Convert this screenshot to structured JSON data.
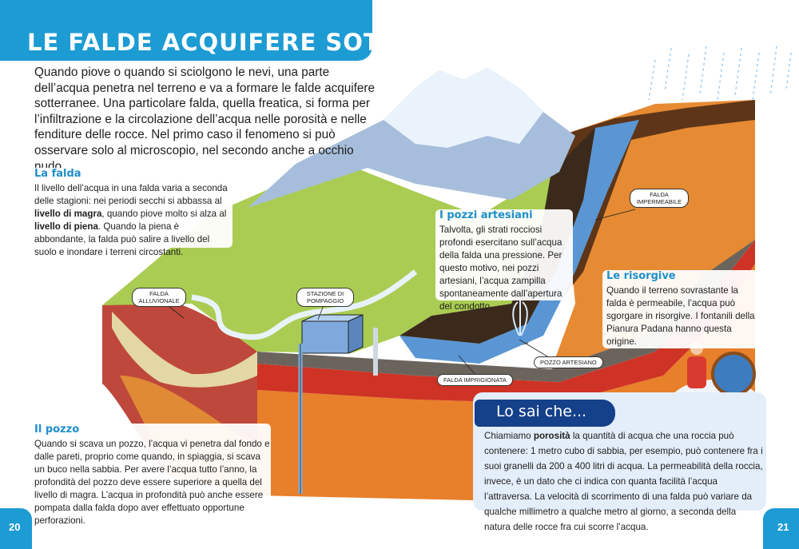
{
  "title": "LE FALDE ACQUIFERE SOTTERRANEE",
  "intro": "Quando piove o quando si sciolgono le nevi, una parte dell’acqua penetra nel terreno e va a formare le falde acquifere sotterranee. Una particolare falda, quella freatica, si forma per l’infiltrazione e la circolazione dell’acqua nelle porosità e nelle fenditure delle rocce. Nel primo caso il fenomeno si può osservare solo al microscopio, nel secondo anche a occhio nudo.",
  "falda": {
    "heading": "La falda",
    "text_1": "Il livello dell’acqua in una falda varia a seconda delle stagioni: nei periodi secchi si abbassa al ",
    "bold_1": "livello di magra",
    "text_2": ", quando piove molto si alza al ",
    "bold_2": "livello di piena",
    "text_3": ". Quando la piena è abbondante, la falda può salire a livello del suolo e inondare i terreni circostanti."
  },
  "pozzo": {
    "heading": "Il pozzo",
    "text": "Quando si scava un pozzo, l’acqua vi penetra dal fondo e dalle pareti, proprio come quando, in spiaggia, si scava un buco nella sabbia. Per avere l’acqua tutto l’anno, la profondità del pozzo deve essere superiore a quella del livello di magra. L’acqua in profondità può anche essere pompata dalla falda dopo aver effettuato opportune perforazioni."
  },
  "artesiani": {
    "heading": "I pozzi artesiani",
    "text": "Talvolta, gli strati rocciosi profondi esercitano sull’acqua della falda una pressione. Per questo motivo, nei pozzi artesiani, l’acqua zampilla spontaneamente dall’apertura del condotto."
  },
  "risorgive": {
    "heading": "Le risorgive",
    "text": "Quando il terreno sovrastante la falda è permeabile, l’acqua può sgorgare in risorgive. I fontanili della Pianura Padana hanno questa origine."
  },
  "labels": {
    "falda_alluvionale": "FALDA ALLUVIONALE",
    "stazione": "STAZIONE DI POMPAGGIO",
    "falda_impermeabile": "FALDA IMPERMEABILE",
    "pozzo_artesiano": "POZZO ARTESIANO",
    "falda_imprigionata": "FALDA IMPRIGIONATA"
  },
  "lo_sai_che": {
    "title": "Lo sai che...",
    "lead": "Chiamiamo ",
    "bold": "porosità",
    "text": " la quantità di acqua che una roccia può contenere: 1 metro cubo di sabbia, per esempio, può contenere fra i suoi granelli da 200 a 400 litri di acqua. La permeabilità della roccia, invece, è un dato che ci indica con quanta facilità l’acqua l’attraversa. La velocità di scorrimento di una falda può variare da qualche millimetro a qualche metro al giorno, a seconda della natura delle rocce fra cui scorre l’acqua."
  },
  "page_left": "20",
  "page_right": "21",
  "colors": {
    "accent": "#1d9bd3",
    "badge": "#15408a",
    "box": "#e4eefa"
  }
}
